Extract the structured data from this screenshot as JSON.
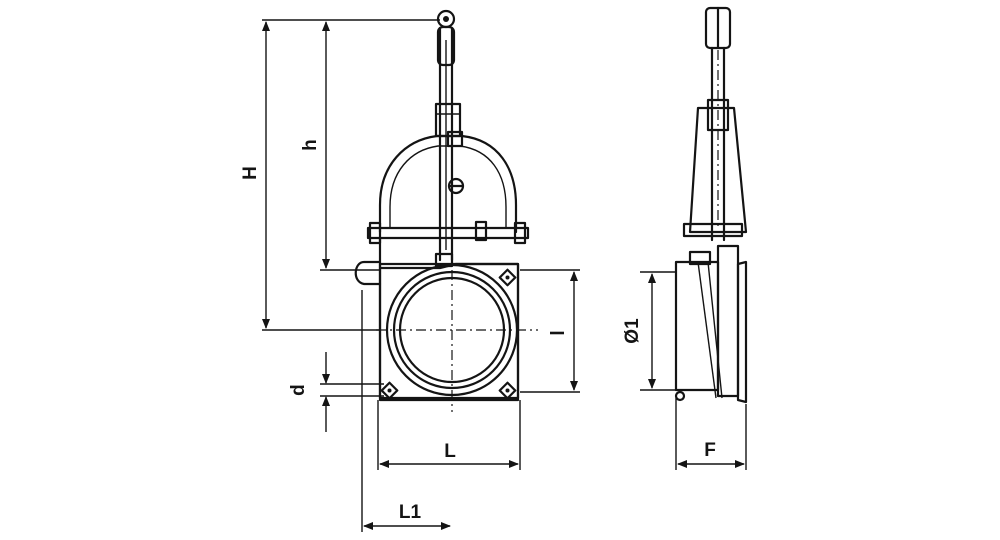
{
  "drawing": {
    "labels": {
      "H": "H",
      "h": "h",
      "d": "d",
      "l": "l",
      "L": "L",
      "L1": "L1",
      "D1": "Ø1",
      "F": "F"
    },
    "line_color": "#141414",
    "background_color": "#ffffff"
  }
}
